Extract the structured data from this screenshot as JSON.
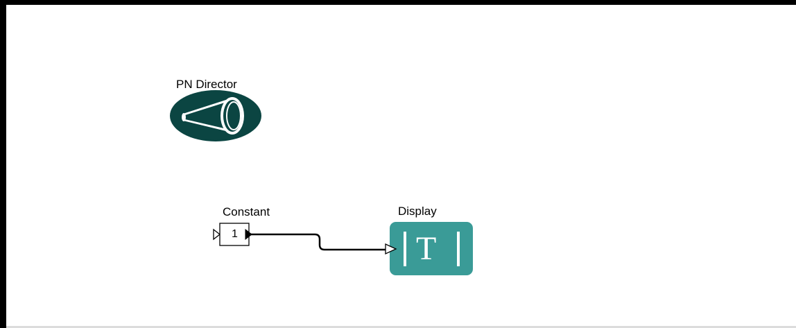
{
  "colors": {
    "frame": "#000000",
    "canvas_background": "#ffffff",
    "director_fill": "#0b4542",
    "display_fill": "#3a9b97",
    "display_glyph": "#ffffff"
  },
  "director": {
    "label": "PN Director",
    "icon": "megaphone-icon"
  },
  "constant": {
    "label": "Constant",
    "value": "1"
  },
  "display": {
    "label": "Display",
    "glyph": "T",
    "icon": "text-display-icon"
  }
}
